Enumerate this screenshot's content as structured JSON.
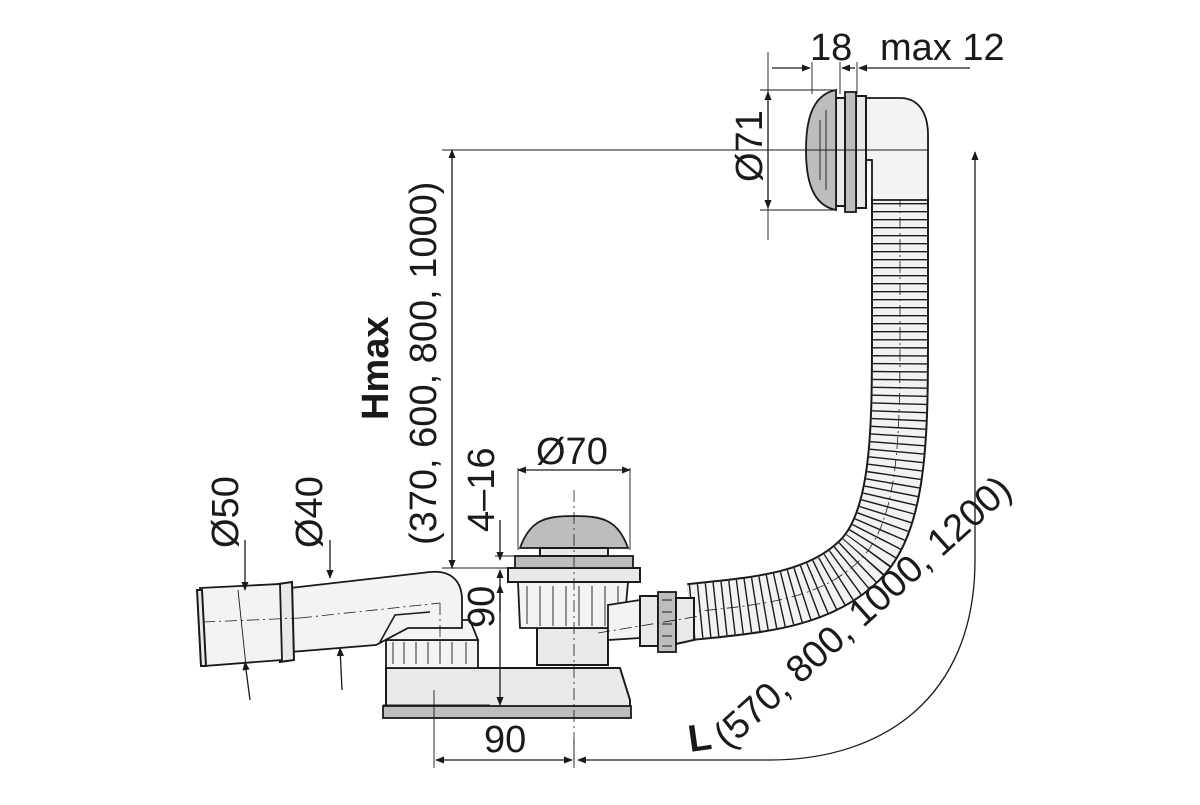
{
  "labels": {
    "diam_50": "Ø50",
    "diam_40": "Ø40",
    "hmax": "Hmax",
    "hmax_values": "(370, 600, 800, 1000)",
    "range_4_16": "4–16",
    "diam_70": "Ø70",
    "height_90": "90",
    "width_90": "90",
    "l_label": "L",
    "l_values": "(570, 800, 1000, 1200)",
    "width_18": "18",
    "max_12": "max 12",
    "diam_71": "Ø71"
  }
}
